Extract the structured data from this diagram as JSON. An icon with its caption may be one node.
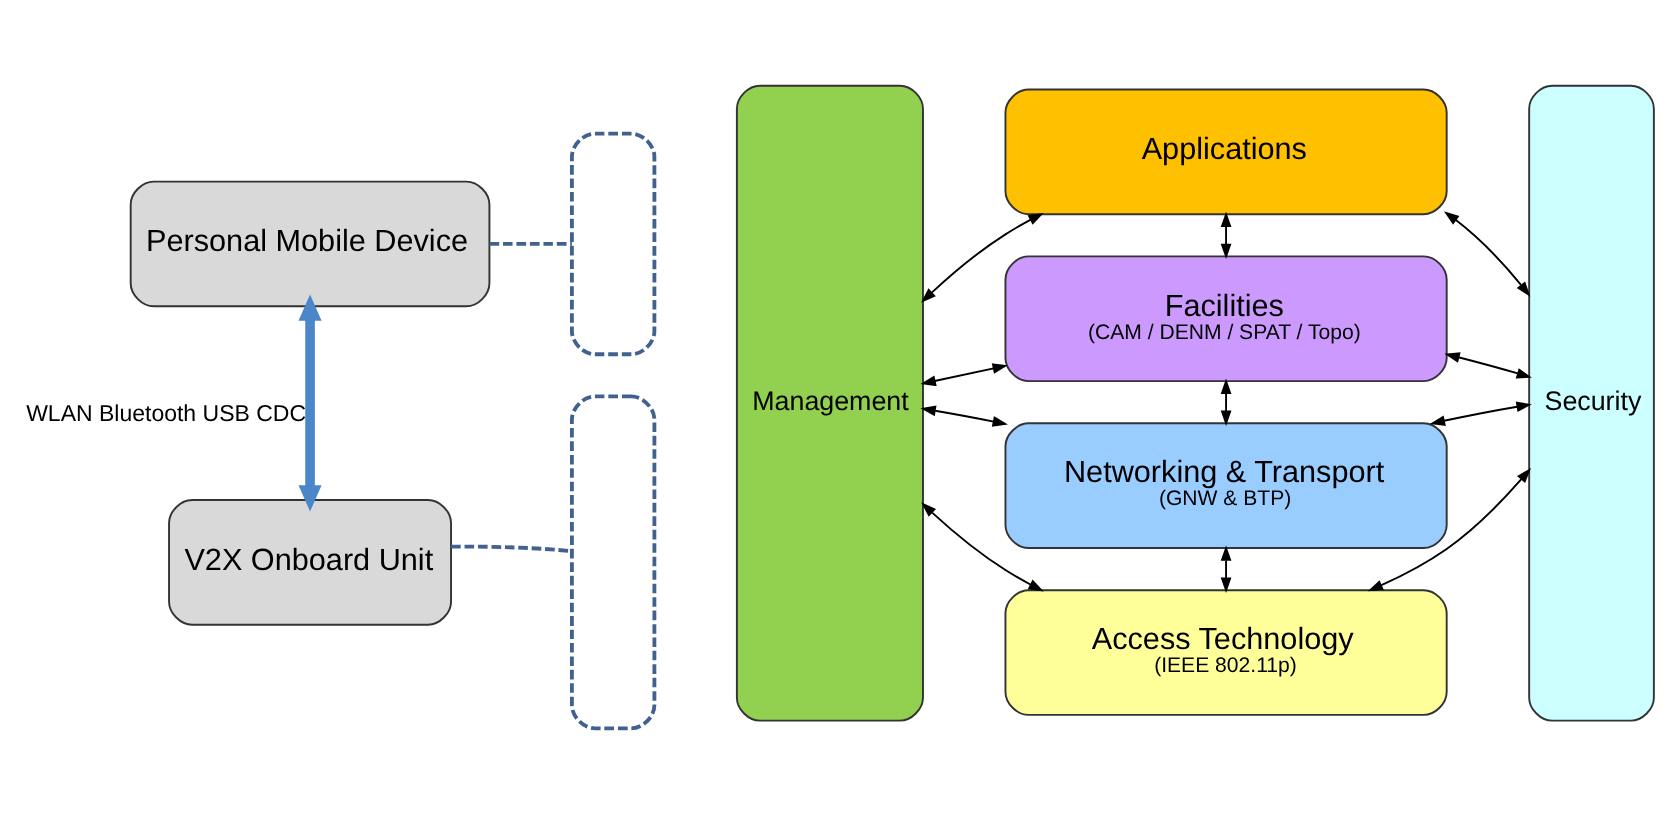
{
  "diagram": {
    "nodes": [
      {
        "text": [
          "Personal Mobile Device"
        ]
      },
      {
        "text": [
          "V2X Onboard Unit"
        ]
      },
      {
        "text": [],
        "shape": "box"
      },
      {
        "text": [],
        "shape": "box"
      },
      {
        "text": [
          "Management"
        ]
      },
      {
        "text": [
          "Applications"
        ]
      },
      {
        "text": [
          "Facilities",
          "(CAM / DENM / SPAT / Topo)"
        ]
      },
      {
        "text": [
          "Networking & Transport",
          "(GNW & BTP)"
        ]
      },
      {
        "text": [
          "Access Technology",
          "(IEEE 802.11p)"
        ]
      },
      {
        "text": [
          "Security"
        ]
      }
    ],
    "edges": [
      {
        "from": 0,
        "to": 1,
        "arrow": "both",
        "label": "WLAN Bluetooth USB CDC",
        "style": "thick",
        "color": "#4a86c8"
      },
      {
        "from": 0,
        "to": 2,
        "arrow": "none",
        "style": "dashed",
        "color": "#41618f"
      },
      {
        "from": 1,
        "to": 3,
        "arrow": "none",
        "style": "dashed",
        "color": "#41618f"
      },
      {
        "from": 4,
        "to": 5,
        "arrow": "both"
      },
      {
        "from": 4,
        "to": 6,
        "arrow": "both"
      },
      {
        "from": 4,
        "to": 7,
        "arrow": "both"
      },
      {
        "from": 4,
        "to": 8,
        "arrow": "both"
      },
      {
        "from": 5,
        "to": 9,
        "arrow": "both"
      },
      {
        "from": 6,
        "to": 9,
        "arrow": "both"
      },
      {
        "from": 7,
        "to": 9,
        "arrow": "both"
      },
      {
        "from": 8,
        "to": 9,
        "arrow": "both"
      },
      {
        "from": 5,
        "to": 6,
        "arrow": "both"
      },
      {
        "from": 6,
        "to": 7,
        "arrow": "both"
      },
      {
        "from": 7,
        "to": 8,
        "arrow": "both"
      }
    ]
  }
}
